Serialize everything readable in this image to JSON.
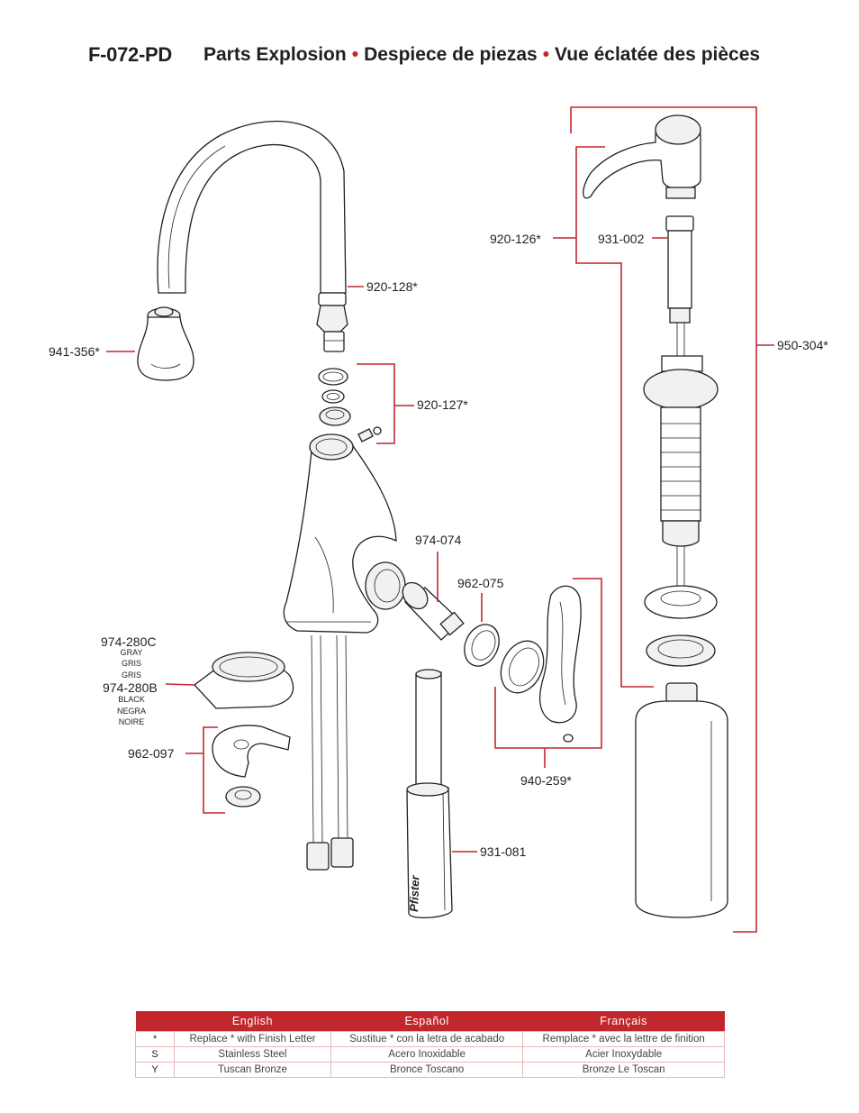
{
  "header": {
    "model": "F-072-PD",
    "title_en": "Parts Explosion",
    "title_es": "Despiece de piezas",
    "title_fr": "Vue éclatée des pièces",
    "separator": "•"
  },
  "colors": {
    "accent": "#c1272d",
    "line": "#231f20"
  },
  "parts": {
    "p920_128": "920-128*",
    "p941_356": "941-356*",
    "p920_127": "920-127*",
    "p974_074": "974-074",
    "p962_075": "962-075",
    "p974_280c": "974-280C",
    "p974_280c_sub": [
      "GRAY",
      "GRIS",
      "GRIS"
    ],
    "p974_280b": "974-280B",
    "p974_280b_sub": [
      "BLACK",
      "NEGRA",
      "NOIRE"
    ],
    "p962_097": "962-097",
    "p940_259": "940-259*",
    "p931_081": "931-081",
    "p920_126": "920-126*",
    "p931_002": "931-002",
    "p950_304": "950-304*"
  },
  "brand_mark": "Pfister",
  "legend": {
    "headers": [
      "English",
      "Español",
      "Français"
    ],
    "rows": [
      {
        "key": "*",
        "en": "Replace * with Finish Letter",
        "es": "Sustitue * con la letra de acabado",
        "fr": "Remplace * avec la lettre de finition"
      },
      {
        "key": "S",
        "en": "Stainless Steel",
        "es": "Acero Inoxidable",
        "fr": "Acier Inoxydable"
      },
      {
        "key": "Y",
        "en": "Tuscan Bronze",
        "es": "Bronce Toscano",
        "fr": "Bronze Le Toscan"
      }
    ]
  }
}
